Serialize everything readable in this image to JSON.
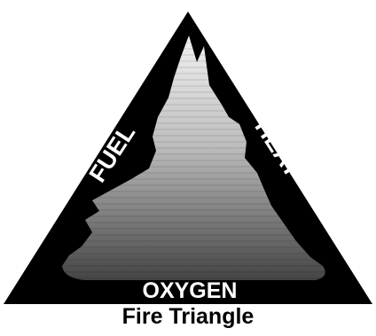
{
  "diagram": {
    "sides": {
      "left": "FUEL",
      "right": "HEAT",
      "base": "OXYGEN"
    },
    "caption": "Fire Triangle",
    "colors": {
      "triangle": "#000000",
      "flame_top": "#f2f2f2",
      "flame_bottom": "#444444",
      "label": "#ffffff",
      "background": "#ffffff"
    }
  }
}
